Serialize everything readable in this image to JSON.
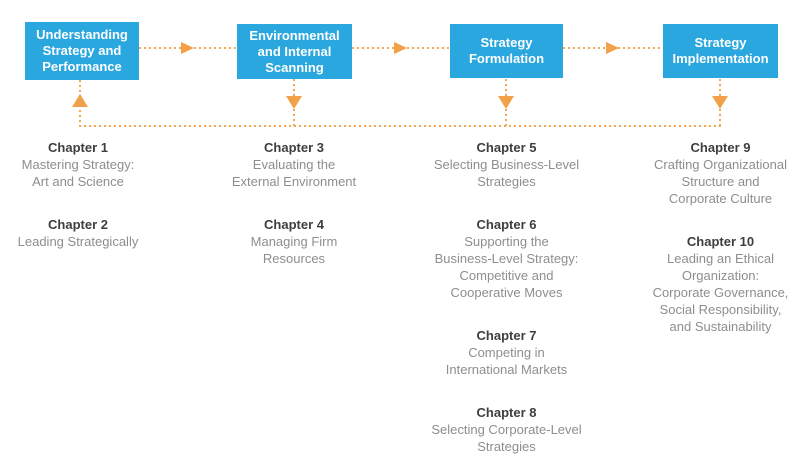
{
  "diagram": {
    "stages": [
      {
        "lines": [
          "Understanding",
          "Strategy and",
          "Performance"
        ]
      },
      {
        "lines": [
          "Environmental",
          "and Internal",
          "Scanning"
        ]
      },
      {
        "lines": [
          "Strategy",
          "Formulation"
        ]
      },
      {
        "lines": [
          "Strategy",
          "Implementation"
        ]
      }
    ],
    "columns": [
      {
        "chapters": [
          {
            "title": "Chapter 1",
            "lines": [
              "Mastering Strategy:",
              "Art and Science"
            ]
          },
          {
            "title": "Chapter 2",
            "lines": [
              "Leading Strategically"
            ]
          }
        ]
      },
      {
        "chapters": [
          {
            "title": "Chapter 3",
            "lines": [
              "Evaluating the",
              "External Environment"
            ]
          },
          {
            "title": "Chapter 4",
            "lines": [
              "Managing Firm",
              "Resources"
            ]
          }
        ]
      },
      {
        "chapters": [
          {
            "title": "Chapter 5",
            "lines": [
              "Selecting Business-Level",
              "Strategies"
            ]
          },
          {
            "title": "Chapter 6",
            "lines": [
              "Supporting the",
              "Business-Level Strategy:",
              "Competitive and",
              "Cooperative Moves"
            ]
          },
          {
            "title": "Chapter 7",
            "lines": [
              "Competing in",
              "International Markets"
            ]
          },
          {
            "title": "Chapter 8",
            "lines": [
              "Selecting Corporate-Level",
              "Strategies"
            ]
          }
        ]
      },
      {
        "chapters": [
          {
            "title": "Chapter 9",
            "lines": [
              "Crafting Organizational",
              "Structure and",
              "Corporate Culture"
            ]
          },
          {
            "title": "Chapter 10",
            "lines": [
              "Leading an Ethical",
              "Organization:",
              "Corporate Governance,",
              "Social Responsibility,",
              "and Sustainability"
            ]
          }
        ]
      }
    ],
    "colors": {
      "stage_box": "#2AA7DF",
      "arrow": "#F4A74F",
      "arrow_head": "#F2A149",
      "chapter_title": "#3E3E3E",
      "chapter_text": "#8E8E8E",
      "stage_text": "#FFFFFF"
    }
  }
}
